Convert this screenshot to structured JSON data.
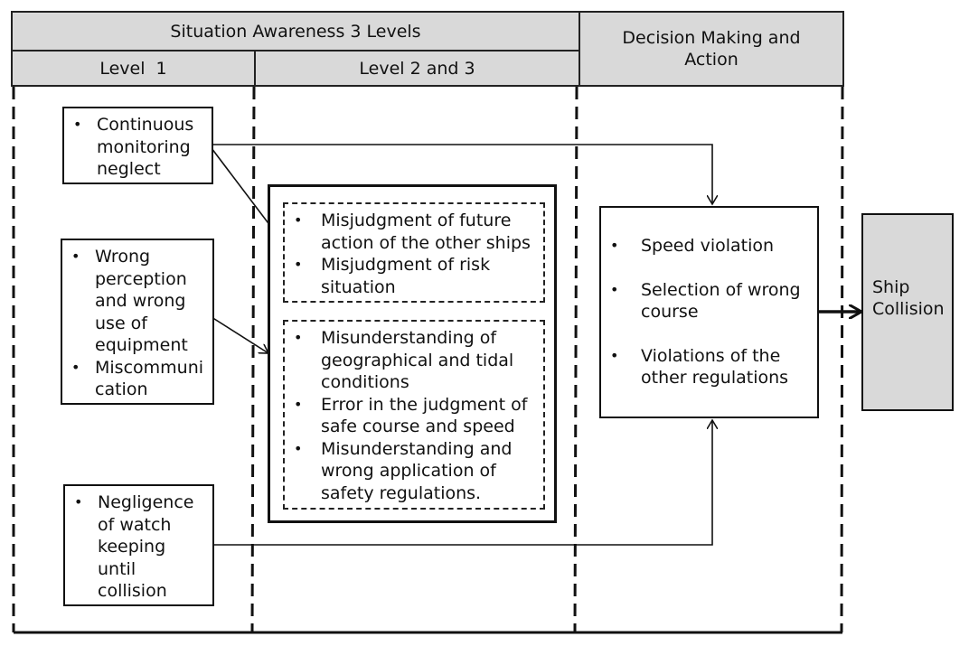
{
  "header": {
    "sa_title": "Situation Awareness 3 Levels",
    "level1": "Level  1",
    "level23": "Level 2 and 3",
    "decision": "Decision Making and Action"
  },
  "level1_boxes": [
    {
      "items": [
        "Continuous monitoring neglect"
      ]
    },
    {
      "items": [
        "Wrong perception and wrong use of equipment",
        "Miscommunication"
      ]
    },
    {
      "items": [
        "Negligence of watch keeping until collision"
      ]
    }
  ],
  "level23": {
    "group_a": [
      "Misjudgment of future action of the other ships",
      "Misjudgment of risk situation"
    ],
    "group_b": [
      "Misunderstanding of geographical and tidal conditions",
      "Error in the judgment of safe course and speed",
      "Misunderstanding and wrong application of safety regulations."
    ]
  },
  "decision_items": [
    "Speed violation",
    "Selection of wrong course",
    "Violations of the other regulations"
  ],
  "outcome": "Ship Collision"
}
